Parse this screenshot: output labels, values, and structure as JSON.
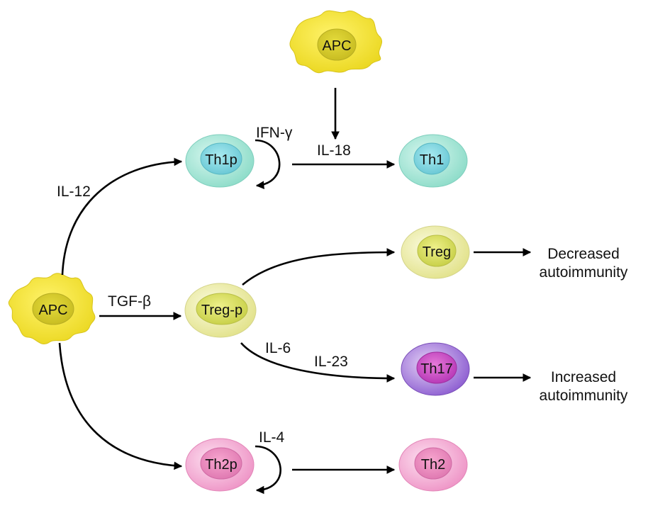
{
  "cells": {
    "apc_top": "APC",
    "apc_left": "APC",
    "th1p": "Th1p",
    "th1": "Th1",
    "treg_p": "Treg-p",
    "treg": "Treg",
    "th17": "Th17",
    "th2p": "Th2p",
    "th2": "Th2"
  },
  "labels": {
    "il12": "IL-12",
    "ifn_gamma": "IFN-γ",
    "il18": "IL-18",
    "tgf_beta": "TGF-β",
    "il6": "IL-6",
    "il23": "IL-23",
    "il4": "IL-4"
  },
  "outcomes": {
    "decreased_line1": "Decreased",
    "decreased_line2": "autoimmunity",
    "increased_line1": "Increased",
    "increased_line2": "autoimmunity"
  },
  "colors": {
    "apc_body": "#f2e21a",
    "apc_nucleus": "#d9cf2a",
    "th1": "#9fe6d6",
    "treg": "#eef0a0",
    "th17": "#a478d8",
    "th2": "#f2a8d4"
  }
}
